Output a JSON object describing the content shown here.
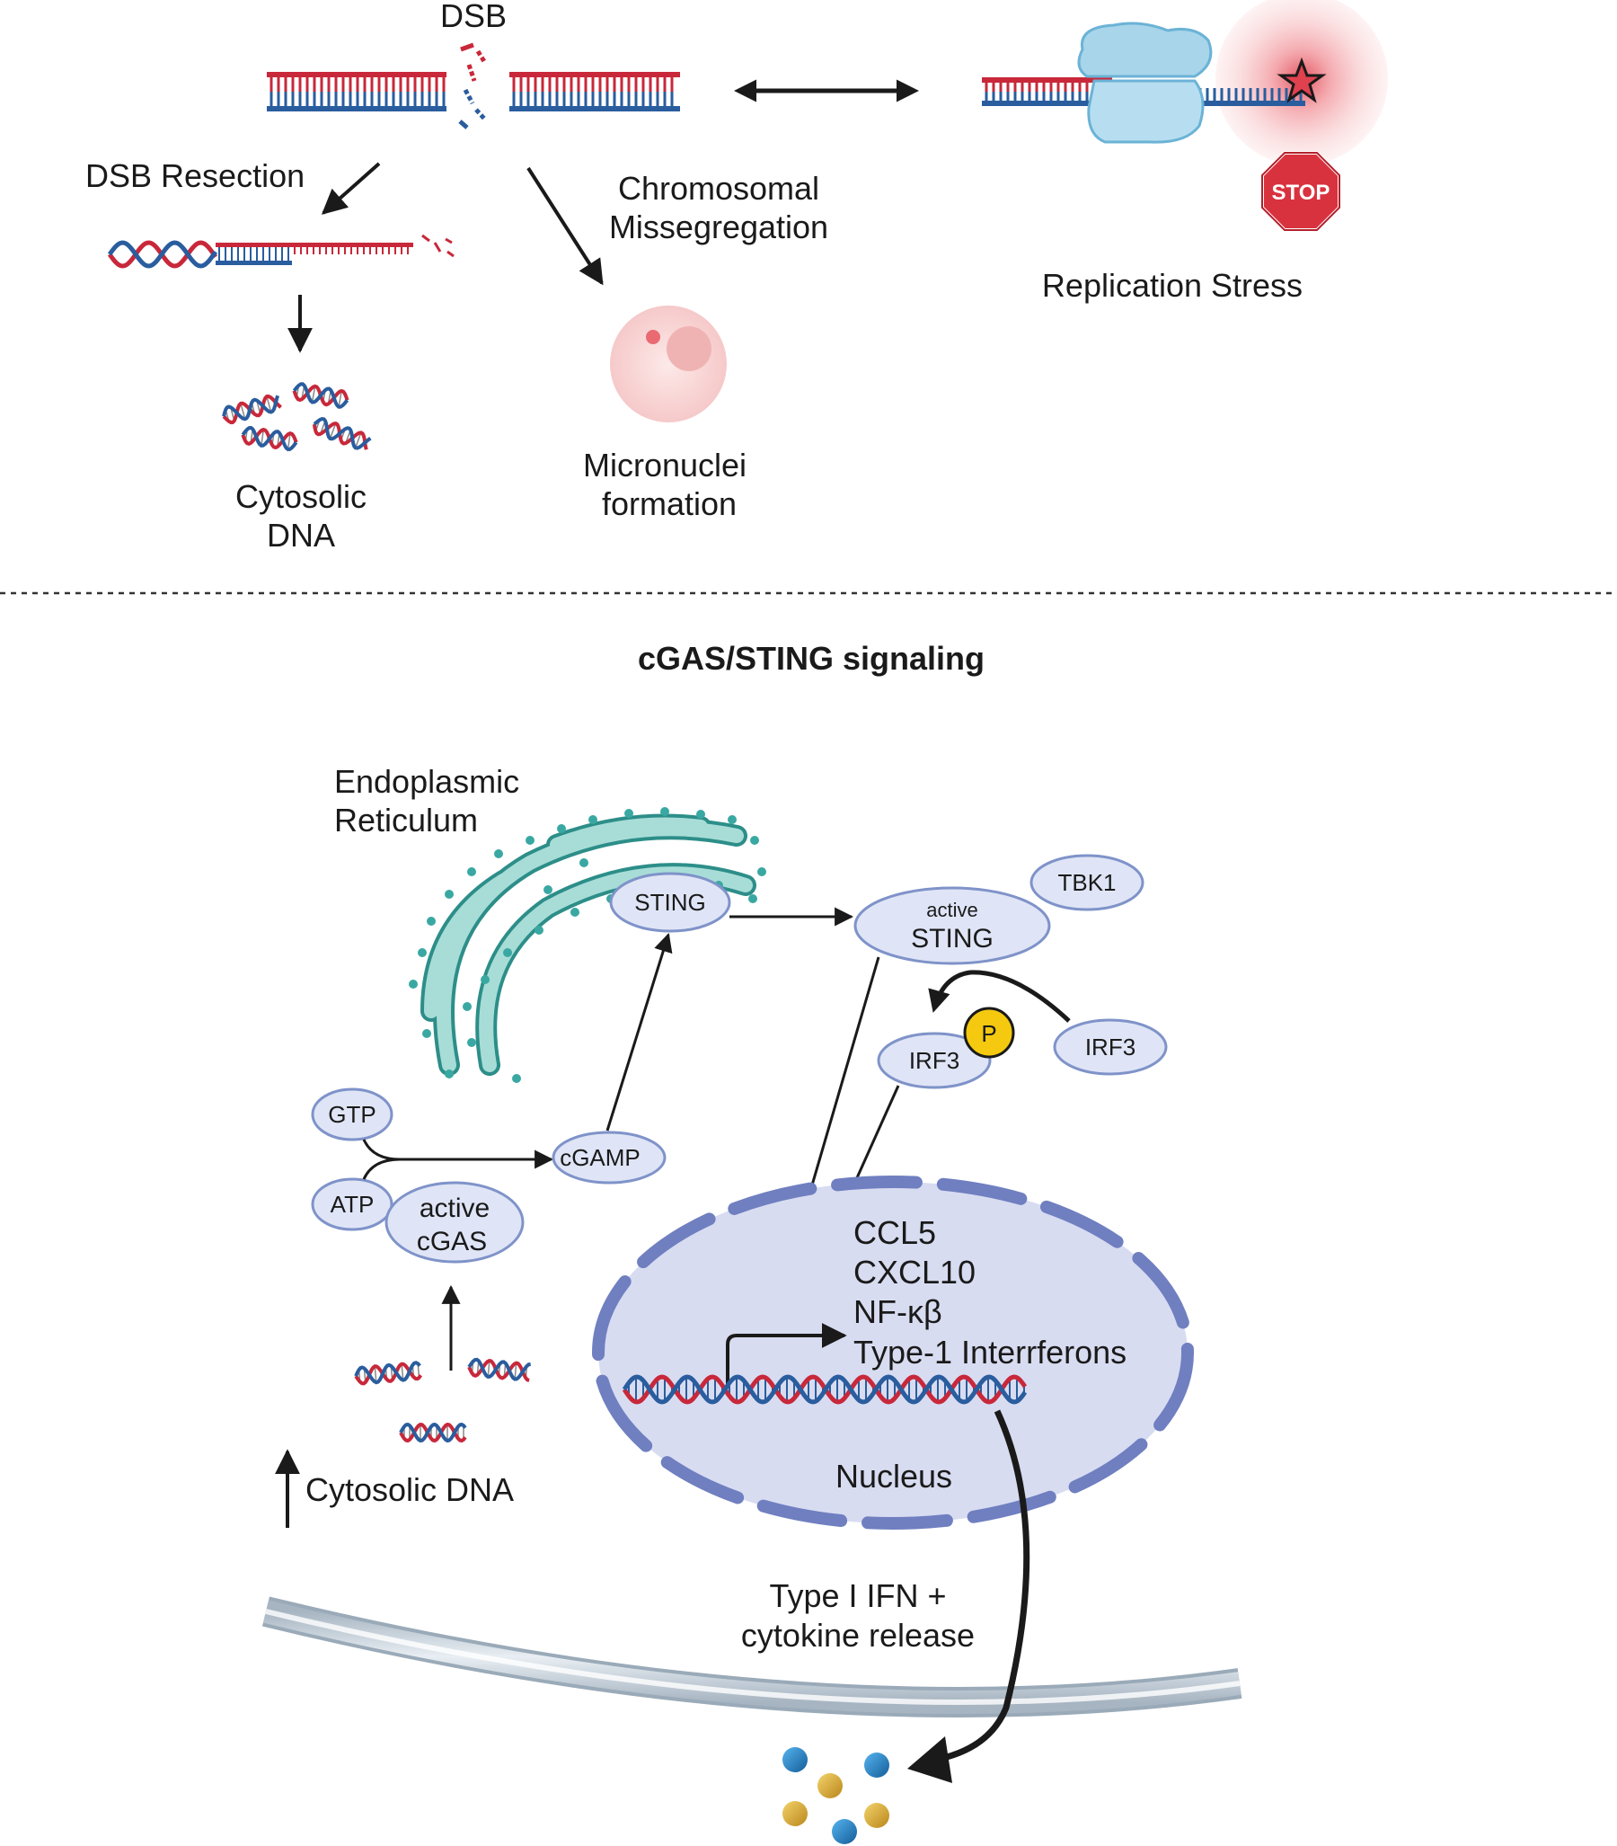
{
  "top": {
    "dsb_label": "DSB",
    "dsb_resection_label": "DSB Resection",
    "chromosomal_line1": "Chromosomal",
    "chromosomal_line2": "Missegregation",
    "cytosolic_line1": "Cytosolic",
    "cytosolic_line2": "DNA",
    "micronuclei_line1": "Micronuclei",
    "micronuclei_line2": "formation",
    "replication_stress_label": "Replication Stress",
    "stop_sign_text": "STOP"
  },
  "section_title": "cGAS/STING signaling",
  "bottom": {
    "er_line1": "Endoplasmic",
    "er_line2": "Reticulum",
    "sting_label": "STING",
    "active_sting_small": "active",
    "active_sting_big": "STING",
    "tbk1_label": "TBK1",
    "irf3_phospho_label": "IRF3",
    "phosphate_label": "P",
    "irf3_label": "IRF3",
    "gtp_label": "GTP",
    "atp_label": "ATP",
    "cgamp_label": "cGAMP",
    "active_cgas_line1": "active",
    "active_cgas_line2": "cGAS",
    "genes": [
      "CCL5",
      "CXCL10",
      "NF-κβ",
      "Type-1 Interrferons"
    ],
    "nucleus_label": "Nucleus",
    "cytosolic_dna_label": "Cytosolic DNA",
    "release_line1": "Type I IFN +",
    "release_line2": "cytokine release"
  },
  "colors": {
    "dna_red": "#c8283a",
    "dna_blue": "#2a5d9e",
    "er_teal": "#3aa8a2",
    "oval_fill": "#dfe5f6",
    "oval_stroke": "#7f93c9",
    "nucleus_fill": "#d8dcf1",
    "nucleus_stroke": "#6f7fc0",
    "phosphate_yellow": "#f4c90f",
    "stop_red": "#d9323f",
    "cytokine_blue": "#1f7fc4",
    "cytokine_gold": "#d8a52a"
  }
}
